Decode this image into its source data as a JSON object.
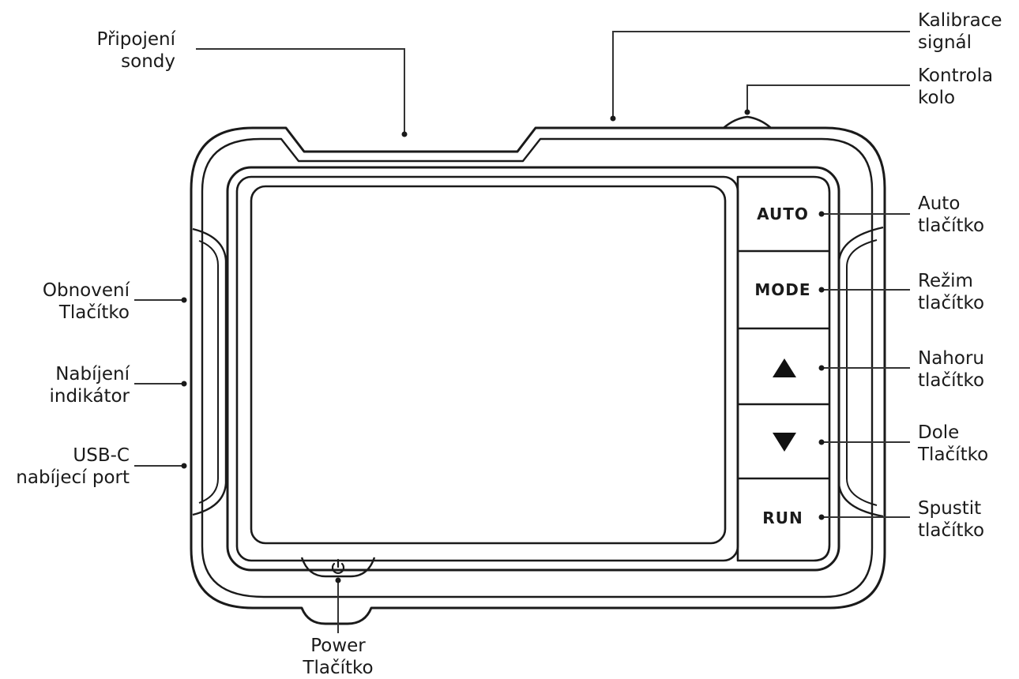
{
  "callouts": {
    "probe": [
      "Připojení",
      "sondy"
    ],
    "calibration": [
      "Kalibrace",
      "signál"
    ],
    "wheel": [
      "Kontrola",
      "kolo"
    ],
    "auto": [
      "Auto",
      "tlačítko"
    ],
    "mode": [
      "Režim",
      "tlačítko"
    ],
    "up": [
      "Nahoru",
      "tlačítko"
    ],
    "down": [
      "Dole",
      "Tlačítko"
    ],
    "run": [
      "Spustit",
      "tlačítko"
    ],
    "reset": [
      "Obnovení",
      "Tlačítko"
    ],
    "charging": [
      "Nabíjení",
      "indikátor"
    ],
    "usb": [
      "USB-C",
      "nabíjecí port"
    ],
    "power": [
      "Power",
      "Tlačítko"
    ]
  },
  "device_buttons": {
    "auto": "AUTO",
    "mode": "MODE",
    "up": "up-triangle-icon",
    "down": "down-triangle-icon",
    "run": "RUN",
    "power": "power-icon"
  },
  "colors": {
    "outline": "#1a1a1a",
    "background": "#ffffff"
  }
}
